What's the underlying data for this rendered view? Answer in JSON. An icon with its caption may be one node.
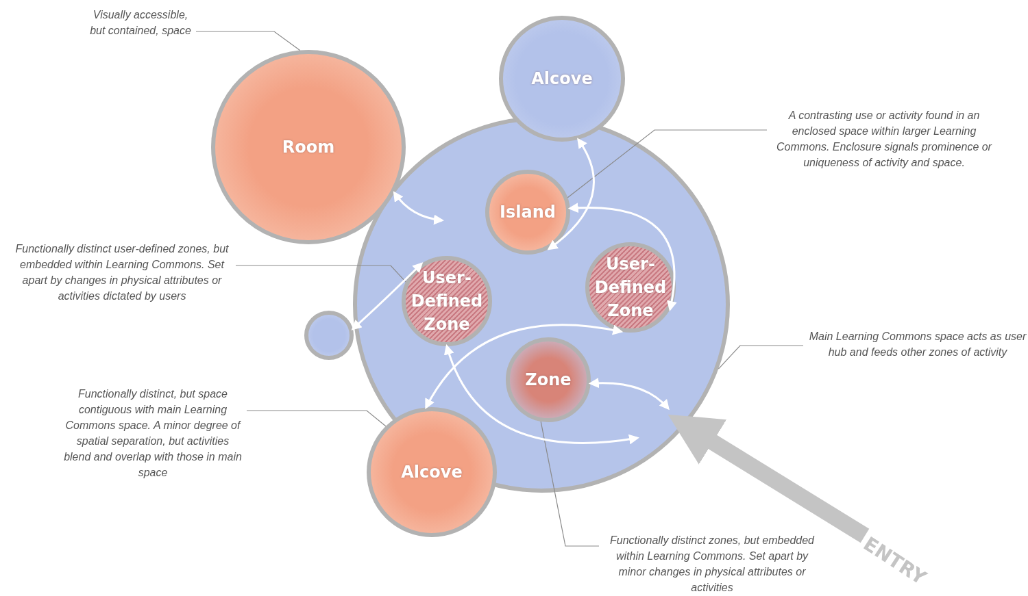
{
  "diagram": {
    "nodes": [
      {
        "text": [
          "Visually accessible, but contained, space"
        ]
      },
      {
        "text": [],
        "shape": "circle"
      },
      {
        "text": [
          "Alcove"
        ]
      },
      {
        "text": [
          "Room"
        ]
      },
      {
        "text": [
          "A contrasting use or activity found in an enclosed space within larger Learning Commons. Enclosure signals prominence or uniqueness of activity and space."
        ]
      },
      {
        "text": [
          "Island"
        ],
        "in": 1
      },
      {
        "text": [
          "Functionally distinct user-defined zones, but embedded within Learning Commons. Set apart by changes in physical attributes or activities dictated by users"
        ]
      },
      {
        "text": [
          "User-Defined Zone"
        ],
        "in": 1
      },
      {
        "text": [
          "User-Defined Zone"
        ],
        "in": 1
      },
      {
        "text": [],
        "shape": "circle"
      },
      {
        "text": [
          "Main Learning Commons space acts as user hub and feeds other zones of activity"
        ]
      },
      {
        "text": [
          "Zone"
        ],
        "in": 1
      },
      {
        "text": [
          "Functionally distinct, but space contiguous with main Learning Commons space. A minor degree of spatial separation, but activities blend and overlap with those in main space"
        ]
      },
      {
        "text": [
          "Alcove"
        ]
      },
      {
        "text": [
          "Functionally distinct zones, but embedded within Learning Commons. Set apart by minor changes in physical attributes or activities"
        ]
      }
    ],
    "edges": [
      {
        "from": 0,
        "to": 3,
        "arrow": "none",
        "color": "#8a8a8a"
      },
      {
        "from": 4,
        "to": 5,
        "arrow": "none",
        "color": "#8a8a8a"
      },
      {
        "from": 6,
        "to": 7,
        "arrow": "none",
        "color": "#8a8a8a"
      },
      {
        "from": 12,
        "to": 13,
        "arrow": "none",
        "color": "#8a8a8a"
      },
      {
        "from": 10,
        "to": 1,
        "arrow": "none",
        "color": "#8a8a8a"
      },
      {
        "from": 14,
        "to": 11,
        "arrow": "none",
        "color": "#8a8a8a"
      },
      {
        "from": 3,
        "to": null,
        "arrow": "both"
      },
      {
        "from": 2,
        "to": 5,
        "arrow": "both"
      },
      {
        "from": 5,
        "to": 8,
        "arrow": "both"
      },
      {
        "from": 9,
        "to": 7,
        "arrow": "both"
      },
      {
        "from": 13,
        "to": 8,
        "arrow": "both"
      },
      {
        "from": 7,
        "to": null,
        "arrow": "both"
      },
      {
        "from": 11,
        "to": null,
        "arrow": "both"
      },
      {
        "from": null,
        "to": 1,
        "arrow": "to",
        "label": "ENTRY",
        "style": "thick",
        "color": "#c4c4c4"
      }
    ]
  }
}
